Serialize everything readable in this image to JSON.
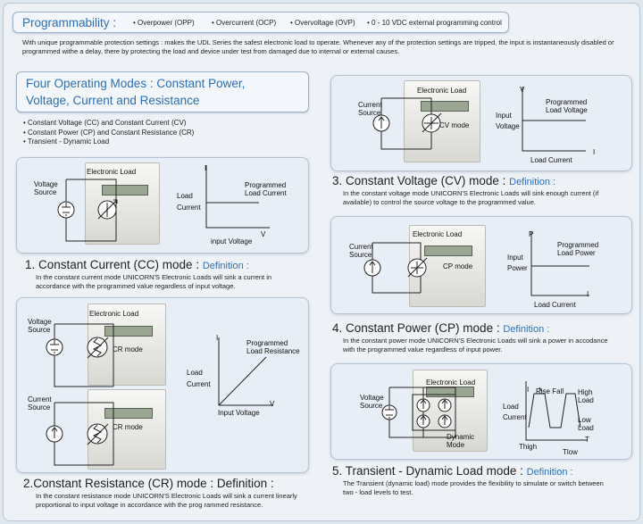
{
  "header": {
    "title": "Programmability :",
    "features": [
      "Overpower (OPP)",
      "Overcurrent (OCP)",
      "Overvoltage (OVP)",
      "0 - 10 VDC external programming control"
    ],
    "intro": "With unique programmable protection settings : makes the UDL Series the safest electronic load to operate. Whenever any of the protection settings are tripped, the input is instantaneously disabled or programmed withe a delay, there by protecting the load and device under test from damaged due to internal or external causes."
  },
  "modes_box": {
    "title_line1": "Four Operating Modes : Constant Power,",
    "title_line2": "Voltage, Current and Resistance",
    "bullets": [
      "Constant Voltage (CC) and Constant Current (CV)",
      "Constant Power (CP) and Constant Resistance (CR)",
      "Transient - Dynamic Load"
    ]
  },
  "cc": {
    "source": [
      "Voltage",
      "Source"
    ],
    "device": "Electronic Load",
    "ylabel": [
      "Load",
      "Current"
    ],
    "xlabel": "input Voltage",
    "axis_y": "I",
    "axis_x": "V",
    "curve": [
      "Programmed",
      "Load Current"
    ],
    "title": "1. Constant Current (CC) mode :",
    "def": "Definition :",
    "desc": "In the constant current mode UNICORN'S Electronic Loads will sink a current in accordance with the programmed value regardless of input voltage."
  },
  "cr": {
    "source_v": [
      "Voltage",
      "Source"
    ],
    "source_c": [
      "Current",
      "Source"
    ],
    "device": "Electronic Load",
    "mode_label": "CR mode",
    "ylabel": [
      "Load",
      "Current"
    ],
    "xlabel": "Input Voltage",
    "axis_y": "I",
    "axis_x": "V",
    "curve": [
      "Programmed",
      "Load Resistance"
    ],
    "title": "2.Constant Resistance (CR) mode : Definition :",
    "desc": "In the constant resistance mode UNICORN'S Electronic Loads will sink a current linearly proportional to input voltage in accordance with the prog rammed resistance."
  },
  "cv": {
    "source": [
      "Current",
      "Source"
    ],
    "device": "Electronic Load",
    "mode_label": "CV mode",
    "ylabel": [
      "Input",
      "Voltage"
    ],
    "xlabel": "Load Current",
    "axis_y": "V",
    "axis_x": "I",
    "curve": [
      "Programmed",
      "Load Voltage"
    ],
    "title": "3. Constant Voltage (CV) mode :",
    "def": "Definition :",
    "desc": "In the constant voltage mode UNICORN'S Electronic Loads will sink enough current (if available) to control the source voltage to the programmed value."
  },
  "cp": {
    "source": [
      "Current",
      "Source"
    ],
    "device": "Electronic Load",
    "mode_label": "CP mode",
    "ylabel": [
      "Input",
      "Power"
    ],
    "xlabel": "Load Current",
    "axis_y": "P",
    "axis_x": "I",
    "curve": [
      "Programmed",
      "Load Power"
    ],
    "title": "4. Constant Power (CP) mode :",
    "def": "Definition :",
    "desc": "In the constant power mode UNICORN'S Electronic Loads will sink a power in accodance with the programmed value regardless of input power."
  },
  "td": {
    "source": [
      "Voltage",
      "Source"
    ],
    "device": "Electronic Load",
    "mode_label": [
      "Dynamic",
      "Mode"
    ],
    "ylabel": [
      "Load",
      "Current"
    ],
    "axis_y": "I",
    "axis_x": "T",
    "rise_fall": "Rise Fall",
    "high": [
      "High",
      "Load"
    ],
    "low": [
      "Low",
      "Load"
    ],
    "thigh": "Thigh",
    "tlow": "Tlow",
    "title": "5. Transient - Dynamic Load mode :",
    "def": "Definition :",
    "desc": "The Transient (dynamic load) mode provides the flexibility to simulate or switch between two - load levels to test."
  }
}
